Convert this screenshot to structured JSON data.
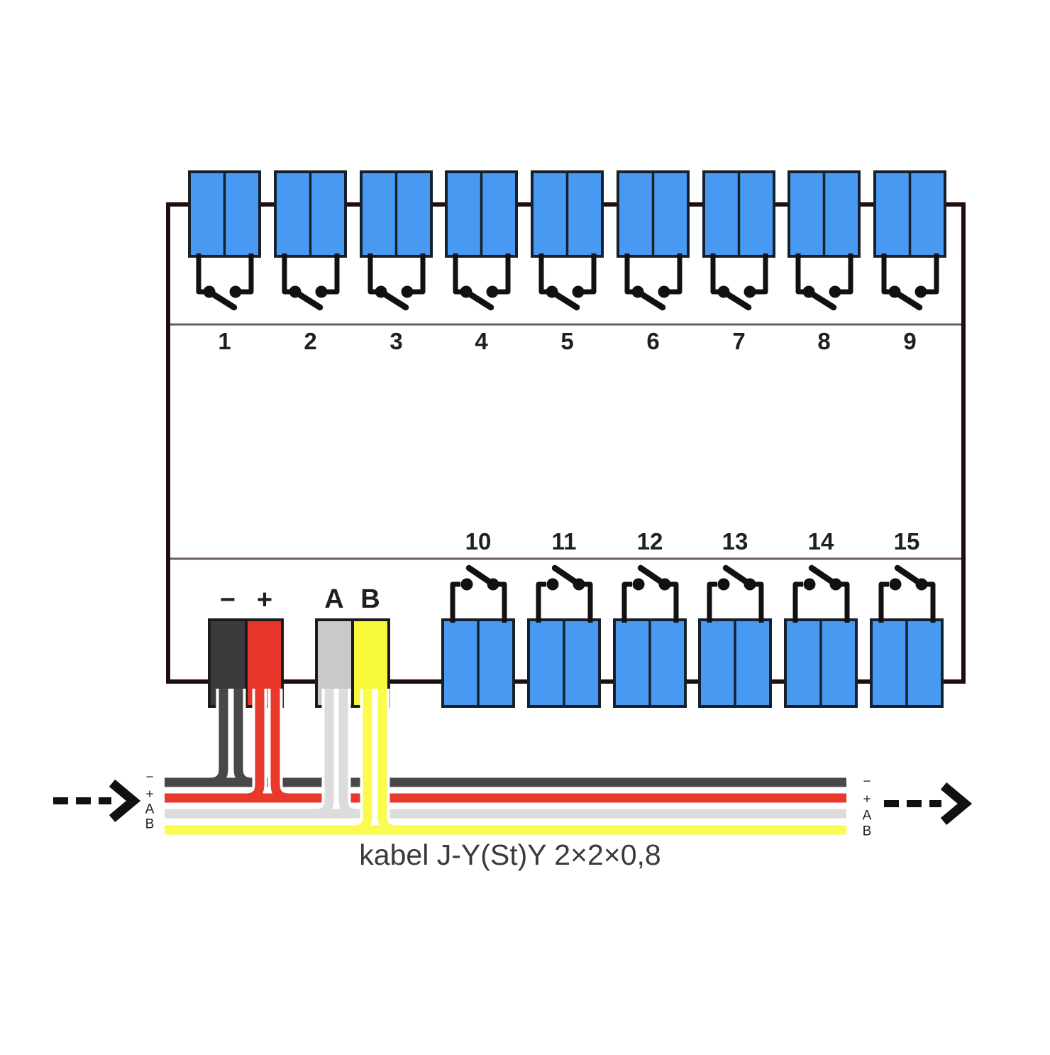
{
  "device": {
    "top_channels": [
      "1",
      "2",
      "3",
      "4",
      "5",
      "6",
      "7",
      "8",
      "9"
    ],
    "bottom_channels": [
      "10",
      "11",
      "12",
      "13",
      "14",
      "15"
    ],
    "power_minus_label": "−",
    "power_plus_label": "+",
    "bus_a_label": "A",
    "bus_b_label": "B"
  },
  "cable": {
    "label": "kabel J-Y(St)Y 2×2×0,8",
    "left_conductor_labels": [
      "−",
      "+",
      "A",
      "B"
    ],
    "right_conductor_labels": [
      "−",
      "+",
      "A",
      "B"
    ]
  },
  "colors": {
    "terminal_blue": "#4899F2",
    "terminal_blue_border": "#16202A",
    "terminal_black": "#3B3B3D",
    "terminal_red": "#E8352A",
    "terminal_grey": "#C9C9C9",
    "terminal_yellow": "#F8F83C",
    "terminal_dark_border": "#1B1B1B",
    "wire_dark": "#48484A",
    "wire_red": "#E8392C",
    "wire_grey": "#DCDCDC",
    "wire_yellow": "#FBFB4F",
    "device_outline": "#200D0D",
    "inner_line": "#6B5B5B",
    "switch": "#111111",
    "arrow": "#111111",
    "label_text": "#1F1F1F",
    "cable_text": "#3A3A3A"
  }
}
